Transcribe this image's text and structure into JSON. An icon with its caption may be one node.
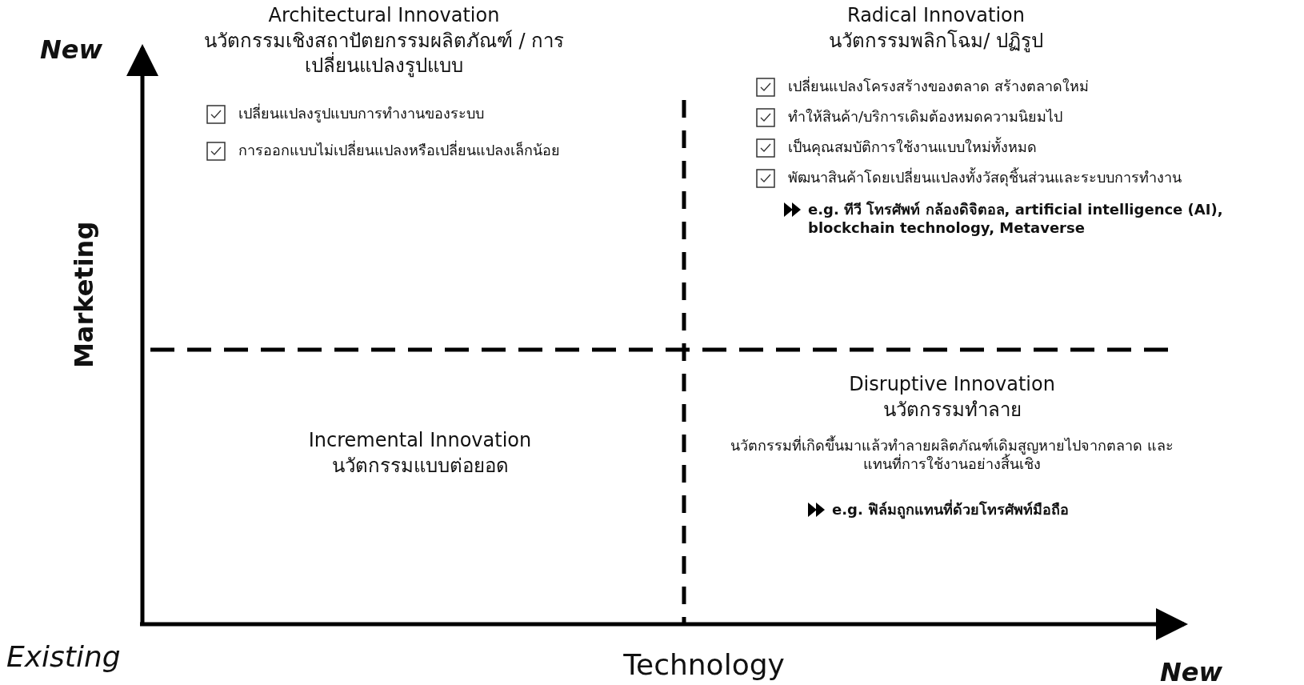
{
  "diagram": {
    "labels": [
      "New",
      "Architectural Innovation",
      "นวัตกรรมเชิงสถาปัตยกรรมผลิตภัณฑ์ / การเปลี่ยนแปลงรูปแบบ",
      "เปลี่ยนแปลงรูปแบบการทำงานของระบบ",
      "การออกแบบไม่เปลี่ยนแปลงหรือเปลี่ยนแปลงเล็กน้อย",
      "Radical Innovation",
      "นวัตกรรมพลิกโฉม/ ปฏิรูป",
      "เปลี่ยนแปลงโครงสร้างของตลาด สร้างตลาดใหม่",
      "ทำให้สินค้า/บริการเดิมต้องหมดความนิยมไป",
      "เป็นคุณสมบัติการใช้งานแบบใหม่ทั้งหมด",
      "พัฒนาสินค้าโดยเปลี่ยนแปลงทั้งวัสดุชิ้นส่วนและระบบการทำงาน",
      "e.g. ทีวี โทรศัพท์ กล้องดิจิตอล, artificial intelligence (AI), blockchain technology, Metaverse",
      "Marketing",
      "Disruptive Innovation",
      "นวัตกรรมทำลาย",
      "นวัตกรรมที่เกิดขึ้นมาแล้วทำลายผลิตภัณฑ์เดิมสูญหายไปจากตลาด และแทนที่การใช้งานอย่างสิ้นเชิง",
      "Incremental Innovation",
      "นวัตกรรมแบบต่อยอด",
      "e.g. ฟิล์มถูกแทนที่ด้วยโทรศัพท์มือถือ",
      "Existing",
      "Technology",
      "New"
    ]
  }
}
